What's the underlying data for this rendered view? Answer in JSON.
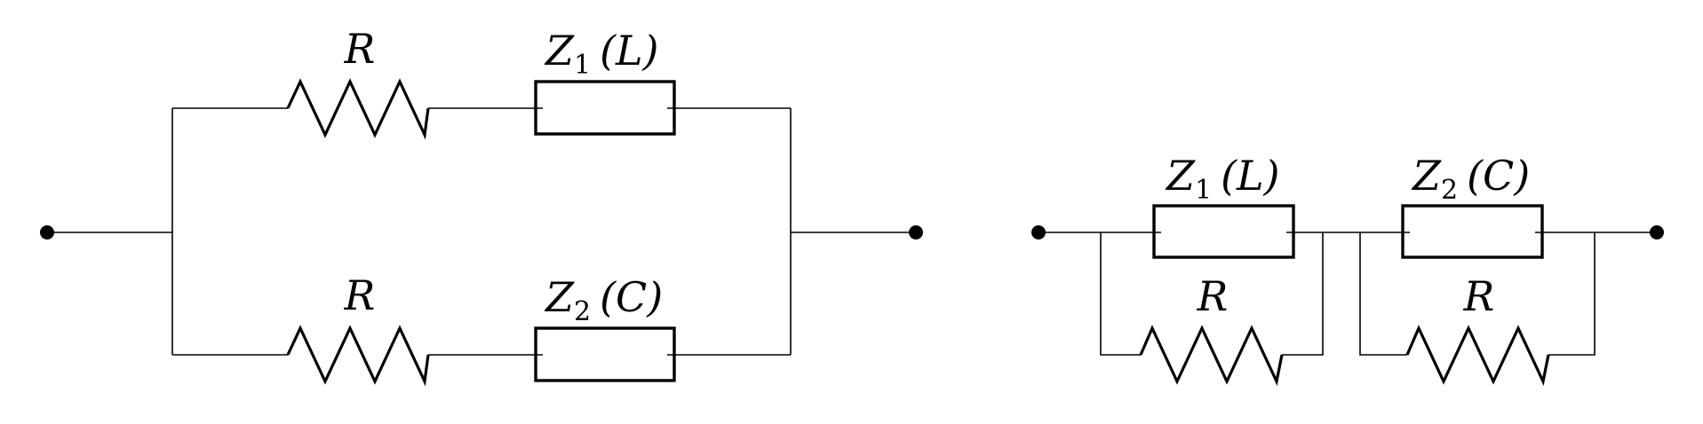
{
  "circuits": [
    {
      "labels": {
        "top_resistor": "R",
        "top_impedance_main": "Z",
        "top_impedance_sub": "1",
        "top_impedance_kind": "(L)",
        "bottom_resistor": "R",
        "bottom_impedance_main": "Z",
        "bottom_impedance_sub": "2",
        "bottom_impedance_kind": "(C)"
      }
    },
    {
      "labels": {
        "left_impedance_main": "Z",
        "left_impedance_sub": "1",
        "left_impedance_kind": "(L)",
        "left_resistor": "R",
        "right_impedance_main": "Z",
        "right_impedance_sub": "2",
        "right_impedance_kind": "(C)",
        "right_resistor": "R"
      }
    }
  ]
}
